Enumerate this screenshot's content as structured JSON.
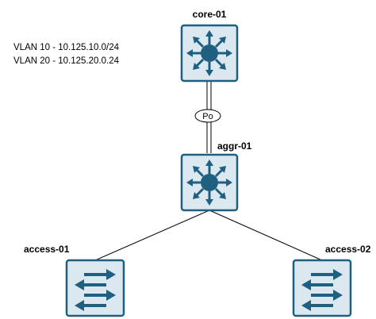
{
  "notes": [
    "VLAN 10 - 10.125.10.0/24",
    "VLAN 20 - 10.125.20.0.24"
  ],
  "devices": {
    "core": {
      "label": "core-01",
      "kind": "layer3-switch-icon"
    },
    "aggr": {
      "label": "aggr-01",
      "kind": "layer3-switch-icon"
    },
    "access1": {
      "label": "access-01",
      "kind": "layer2-switch-icon"
    },
    "access2": {
      "label": "access-02",
      "kind": "layer2-switch-icon"
    }
  },
  "links": {
    "core_aggr": {
      "label": "Po"
    }
  },
  "colors": {
    "icon_face": "#dce8f0",
    "icon_outline": "#1f5f80",
    "icon_glyph": "#1f5f80",
    "link": "#000000"
  }
}
